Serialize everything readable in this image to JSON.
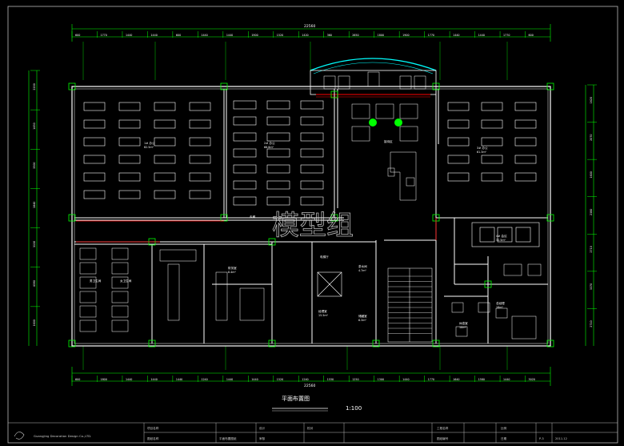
{
  "drawing": {
    "title": "平面布置图",
    "scale": "1:100",
    "watermark": "模型组",
    "overall_dimension": "22560"
  },
  "dims": {
    "top_row": [
      "600",
      "1770",
      "1440",
      "1440",
      "600",
      "1440",
      "1440",
      "1900",
      "1520",
      "1420",
      "360",
      "2650",
      "1800",
      "1900",
      "1770",
      "1440",
      "1440",
      "1770",
      "600"
    ],
    "bottom_row": [
      "600",
      "1800",
      "1440",
      "1440",
      "1440",
      "1240",
      "1440",
      "1440",
      "1520",
      "1240",
      "1530",
      "1250",
      "1300",
      "1440",
      "1770",
      "1640",
      "1580",
      "1440",
      "3020"
    ],
    "left_col": [
      "2200",
      "1450",
      "3500",
      "1840",
      "3130",
      "4390",
      "1600"
    ],
    "right_col": [
      "1620",
      "2070",
      "1600",
      "2380",
      "2710",
      "3370",
      "2710"
    ]
  },
  "rooms": [
    {
      "id": "office_1",
      "name": "1# 办公",
      "area": "82.5m²"
    },
    {
      "id": "office_2",
      "name": "2# 办公",
      "area": "68.8m²"
    },
    {
      "id": "office_3",
      "name": "3# 办公",
      "area": "61.3m²"
    },
    {
      "id": "reception",
      "name": "接待区"
    },
    {
      "id": "meeting",
      "name": "4# 会议",
      "area": "32.5m²"
    },
    {
      "id": "wc_m",
      "name": "男卫生间"
    },
    {
      "id": "wc_f",
      "name": "女卫生间"
    },
    {
      "id": "finance",
      "name": "财务室",
      "area": "8.4m²"
    },
    {
      "id": "manager",
      "name": "经理室",
      "area": "15.5m²"
    },
    {
      "id": "storage",
      "name": "储藏室",
      "area": "6.3m²"
    },
    {
      "id": "electric",
      "name": "电梯厅"
    },
    {
      "id": "tea",
      "name": "茶水间",
      "area": "4.7m²"
    },
    {
      "id": "gm",
      "name": "总经理",
      "area": "18m²"
    },
    {
      "id": "lounge",
      "name": "休息室",
      "area": "10m²"
    },
    {
      "id": "corridor",
      "name": "走廊"
    }
  ],
  "title_block": {
    "company": "Guangjing Decoration Design Co.,LTD.",
    "fields": [
      "项目名称",
      "图纸名称",
      "平面布置图纸",
      "设计",
      "校对",
      "审核",
      "工程名称",
      "图纸编号",
      "比例",
      "日期",
      "P-3",
      "2011.12"
    ]
  }
}
